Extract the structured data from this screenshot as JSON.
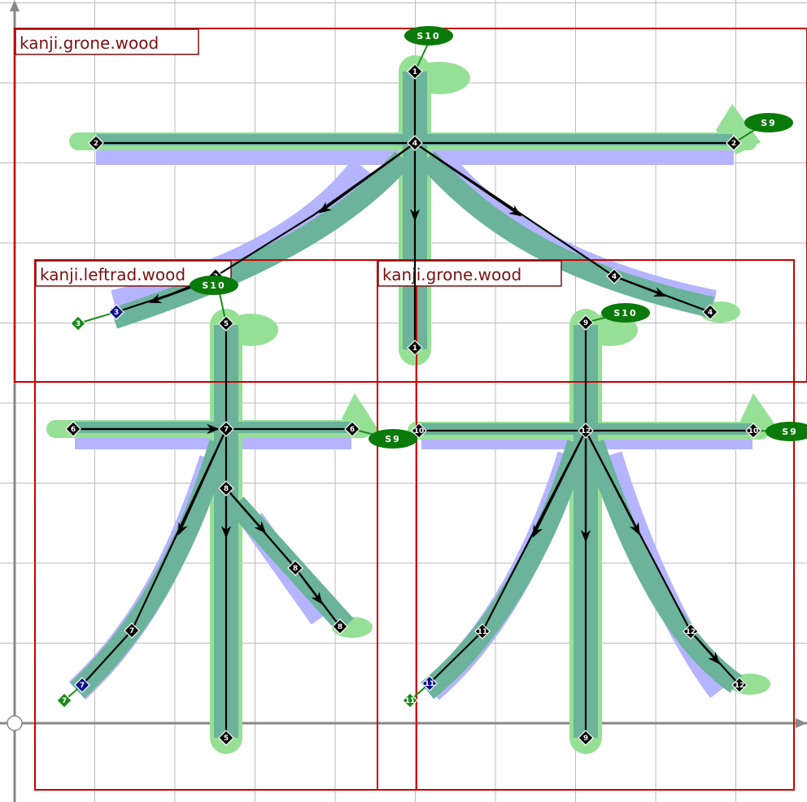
{
  "boxes": [
    {
      "id": "outer",
      "label": "kanji.grone.wood"
    },
    {
      "id": "left",
      "label": "kanji.leftrad.wood"
    },
    {
      "id": "right",
      "label": "kanji.grone.wood"
    }
  ],
  "tags": [
    "S10",
    "S9",
    "S10",
    "S9",
    "S10",
    "S9"
  ],
  "node_labels": {
    "n1": "1",
    "n2": "2",
    "n3": "3",
    "n4": "4",
    "n5": "5",
    "n6": "6",
    "n7": "7",
    "n8": "8",
    "n9": "9",
    "n10": "10",
    "n11": "11",
    "n12": "12"
  },
  "colors": {
    "grid": "#bbbbbb",
    "axis": "#888888",
    "box": "#cc0000",
    "box_label": "#7a1010",
    "purple_stroke": "#b4b4ff",
    "green_stroke": "#96e096",
    "teal_stroke": "#6bb39b",
    "node_black": "#000000",
    "node_blue": "#10108a",
    "node_green": "#1a8a1a",
    "tag_green": "#0a7a0a"
  }
}
